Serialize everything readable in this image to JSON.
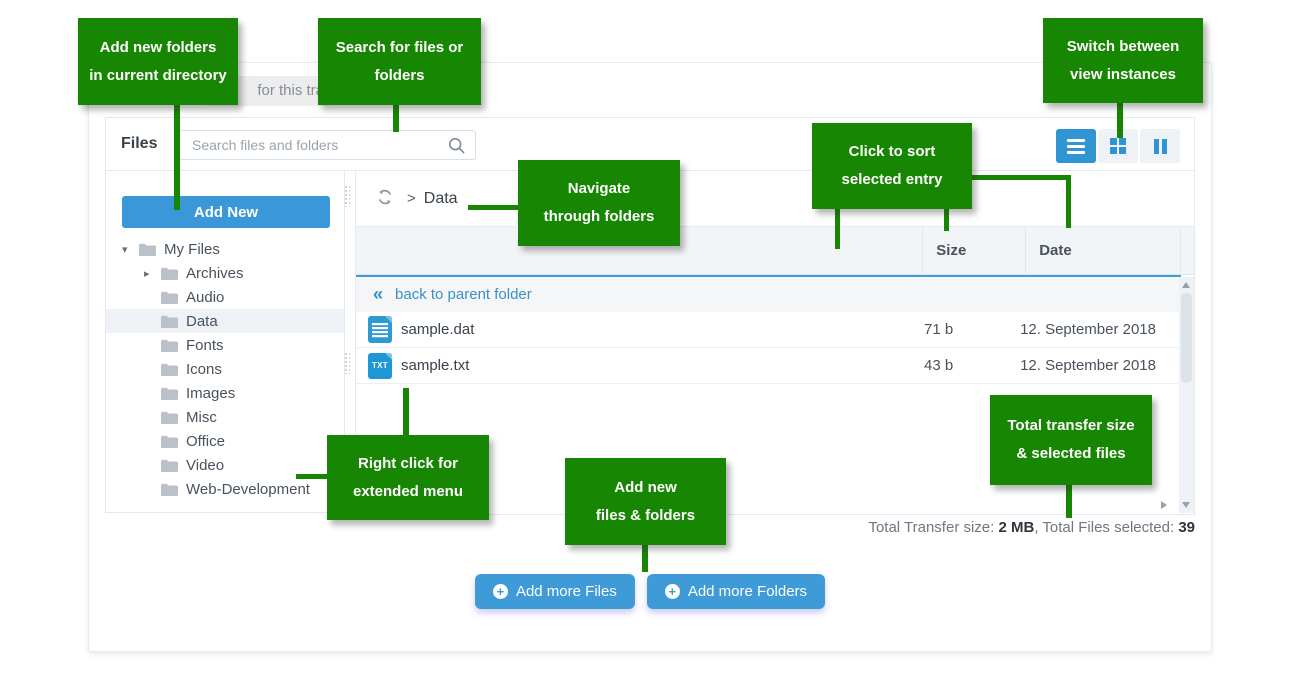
{
  "header": {
    "partial_title": "for this tra"
  },
  "toolbar": {
    "panel_label": "Files",
    "search_placeholder": "Search files and folders"
  },
  "sidebar": {
    "add_new_label": "Add New",
    "tree": [
      {
        "label": "My Files",
        "caret": "▾",
        "depth": 0,
        "selected": false
      },
      {
        "label": "Archives",
        "caret": "▸",
        "depth": 1,
        "selected": false
      },
      {
        "label": "Audio",
        "caret": "",
        "depth": 1,
        "selected": false
      },
      {
        "label": "Data",
        "caret": "",
        "depth": 1,
        "selected": true
      },
      {
        "label": "Fonts",
        "caret": "",
        "depth": 1,
        "selected": false
      },
      {
        "label": "Icons",
        "caret": "",
        "depth": 1,
        "selected": false
      },
      {
        "label": "Images",
        "caret": "",
        "depth": 1,
        "selected": false
      },
      {
        "label": "Misc",
        "caret": "",
        "depth": 1,
        "selected": false
      },
      {
        "label": "Office",
        "caret": "",
        "depth": 1,
        "selected": false
      },
      {
        "label": "Video",
        "caret": "",
        "depth": 1,
        "selected": false
      },
      {
        "label": "Web-Development",
        "caret": "",
        "depth": 1,
        "selected": false
      }
    ]
  },
  "breadcrumb": {
    "chevron": ">",
    "current": "Data"
  },
  "table": {
    "columns": {
      "size": "Size",
      "date": "Date"
    },
    "back_icon": "«",
    "back_label": "back to parent folder",
    "rows": [
      {
        "name": "sample.dat",
        "icon": "doc-lines-icon",
        "size": "71 b",
        "date": "12. September 2018"
      },
      {
        "name": "sample.txt",
        "icon": "txt-badge-icon",
        "badge": "TXT",
        "size": "43 b",
        "date": "12. September 2018"
      }
    ]
  },
  "footer": {
    "total_prefix": "Total Transfer size: ",
    "total_size": "2 MB",
    "selected_prefix": ", Total Files selected: ",
    "selected_count": "39",
    "add_files_label": "Add more Files",
    "add_folders_label": "Add more Folders"
  },
  "callouts": [
    {
      "line1": "Add new folders",
      "line2": "in current directory"
    },
    {
      "line1": "Search for files or",
      "line2": "folders"
    },
    {
      "line1": "Switch between",
      "line2": "view instances"
    },
    {
      "line1": "Navigate",
      "line2": "through folders"
    },
    {
      "line1": "Click to sort",
      "line2": "selected entry"
    },
    {
      "line1": "Right click for",
      "line2": "extended menu"
    },
    {
      "line1": "Add new",
      "line2": "files & folders"
    },
    {
      "line1": "Total transfer size",
      "line2": "& selected files"
    }
  ],
  "colors": {
    "accent_blue": "#3095d2",
    "button_blue": "#3e9bd8",
    "callout_green": "#178602",
    "link_blue": "#3b90c8",
    "sort_accent_line": "#3f9dd8"
  }
}
